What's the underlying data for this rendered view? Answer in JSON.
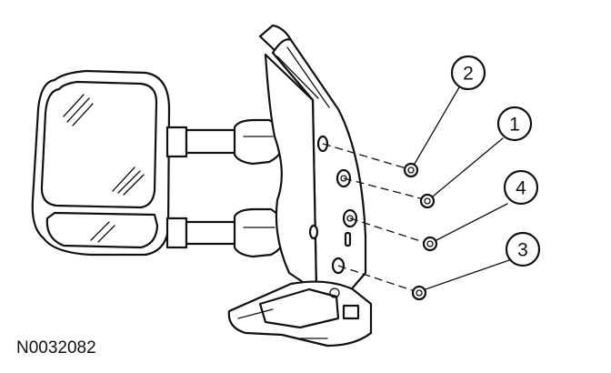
{
  "callouts": [
    {
      "id": "2",
      "label": "2"
    },
    {
      "id": "1",
      "label": "1"
    },
    {
      "id": "4",
      "label": "4"
    },
    {
      "id": "3",
      "label": "3"
    }
  ],
  "figure_code": "N0032082"
}
